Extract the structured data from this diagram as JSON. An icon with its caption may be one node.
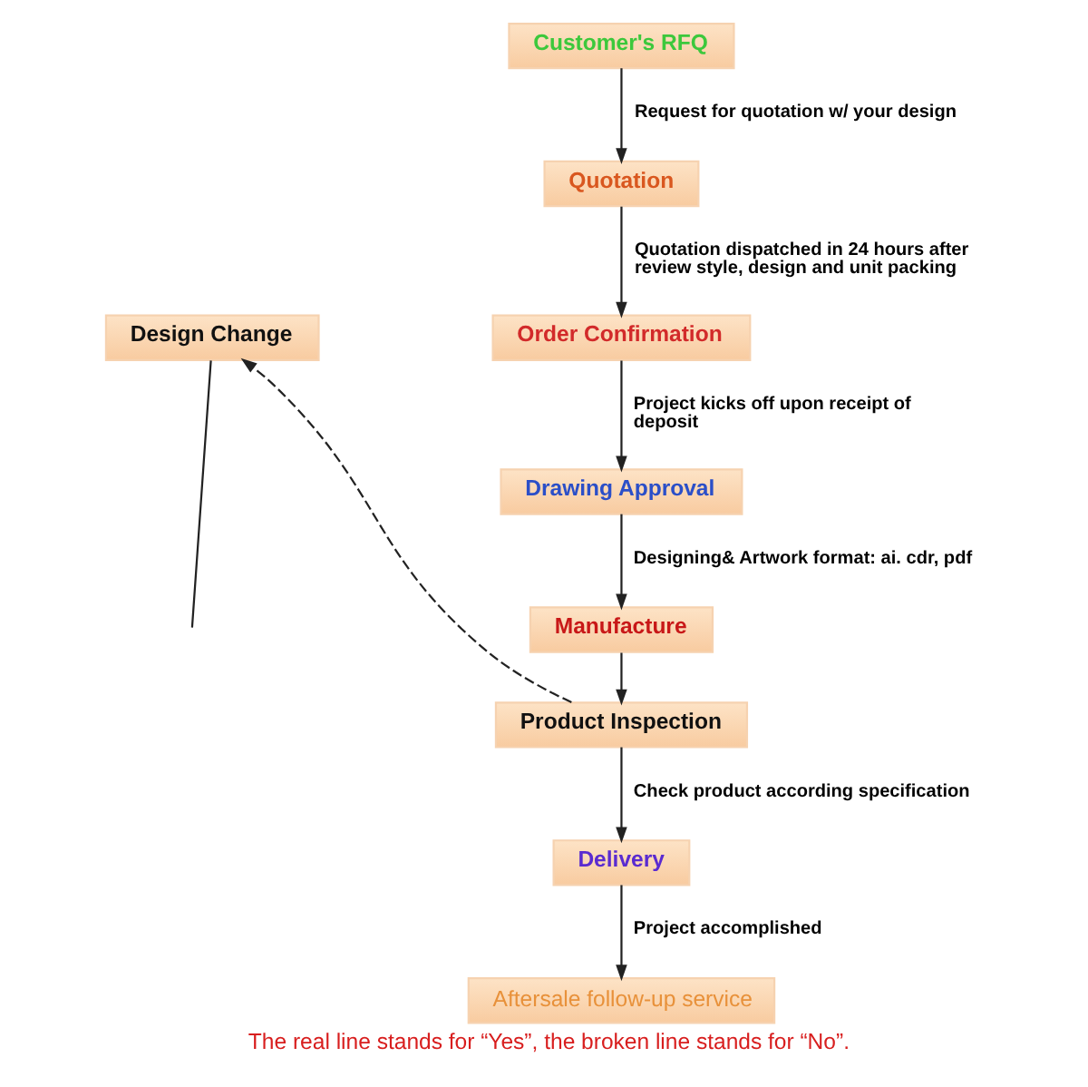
{
  "diagram": {
    "caption": "The real line stands for “Yes”, the broken line stands for “No”.",
    "nodes": [
      {
        "text": [
          "Customer's RFQ"
        ]
      },
      {
        "text": [
          "Quotation"
        ]
      },
      {
        "text": [
          "Design Change"
        ]
      },
      {
        "text": [
          "Order Confirmation"
        ]
      },
      {
        "text": [
          "Drawing Approval"
        ]
      },
      {
        "text": [
          "Manufacture"
        ]
      },
      {
        "text": [
          "Product Inspection"
        ]
      },
      {
        "text": [
          "Delivery"
        ]
      },
      {
        "text": [
          "Aftersale follow-up service"
        ]
      }
    ],
    "edges": [
      {
        "from": 0,
        "to": 1,
        "arrow": "to",
        "label": "Request for quotation w/ your design"
      },
      {
        "from": 1,
        "to": 3,
        "arrow": "to",
        "label": "Quotation dispatched in 24 hours after review style, design and unit packing"
      },
      {
        "from": 3,
        "to": 4,
        "arrow": "to",
        "label": "Project kicks off upon receipt of deposit"
      },
      {
        "from": 4,
        "to": 5,
        "arrow": "to",
        "label": "Designing& Artwork format: ai. cdr, pdf"
      },
      {
        "from": 5,
        "to": 6,
        "arrow": "to"
      },
      {
        "from": 6,
        "to": 7,
        "arrow": "to",
        "label": "Check product according specification"
      },
      {
        "from": 7,
        "to": 8,
        "arrow": "to",
        "label": "Project accomplished"
      },
      {
        "from": 6,
        "to": 2,
        "arrow": "to",
        "style": "dashed"
      },
      {
        "from": 2,
        "to": null,
        "arrow": "none"
      }
    ]
  }
}
